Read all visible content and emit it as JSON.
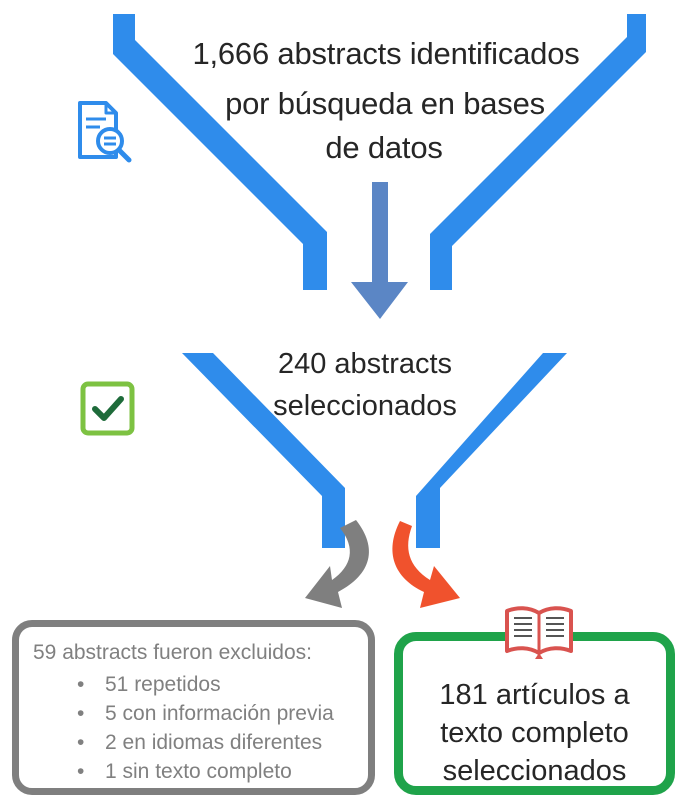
{
  "funnel_top": {
    "line1": "1,666 abstracts identificados",
    "line2": "por búsqueda en bases",
    "line3": "de datos"
  },
  "funnel_mid": {
    "line1": "240  abstracts",
    "line2": "seleccionados"
  },
  "excluded_box": {
    "title": "59 abstracts fueron excluidos:",
    "items": [
      "51 repetidos",
      "5 con información previa",
      "2 en idiomas diferentes",
      "1 sin texto completo"
    ]
  },
  "selected_box": {
    "line1": "181 artículos a",
    "line2": "texto completo",
    "line3": "seleccionados"
  },
  "icons": {
    "search_document": "document-search-icon",
    "check": "checkbox-check-icon",
    "book": "open-book-icon"
  },
  "colors": {
    "funnel_blue": "#2f8ceb",
    "down_arrow": "#5b86c5",
    "gray_arrow": "#7f7f7f",
    "orange_arrow": "#f0522d",
    "green_box": "#1fa34a",
    "gray_box": "#7f7f7f",
    "check_green": "#7dc242",
    "book_red": "#d9534f"
  }
}
